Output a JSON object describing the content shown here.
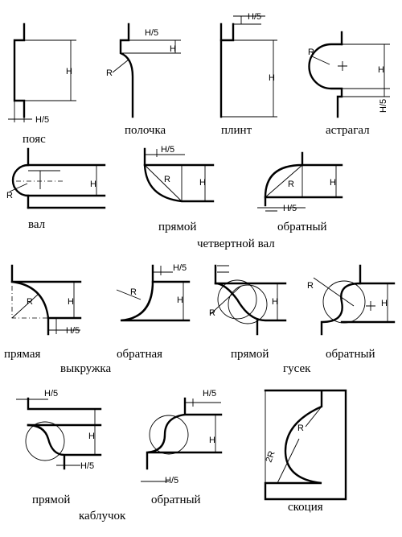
{
  "dimension_labels": {
    "h": "H",
    "h5": "H/5",
    "r": "R",
    "r2": "2R"
  },
  "profiles": {
    "poyas": "пояс",
    "polochka": "полочка",
    "plint": "плинт",
    "astragal": "астрагал",
    "val": "вал",
    "chetv_pryamoy": "прямой",
    "chetv_obratny": "обратный",
    "chetv_group": "четвертной вал",
    "vykr_pryamaya": "прямая",
    "vykr_obratnaya": "обратная",
    "vykr_group": "выкружка",
    "gusek_pryamoy": "прямой",
    "gusek_obratny": "обратный",
    "gusek_group": "гусек",
    "kabl_pryamoy": "прямой",
    "kabl_obratny": "обратный",
    "kabl_group": "каблучок",
    "skotsiya": "скоция"
  }
}
